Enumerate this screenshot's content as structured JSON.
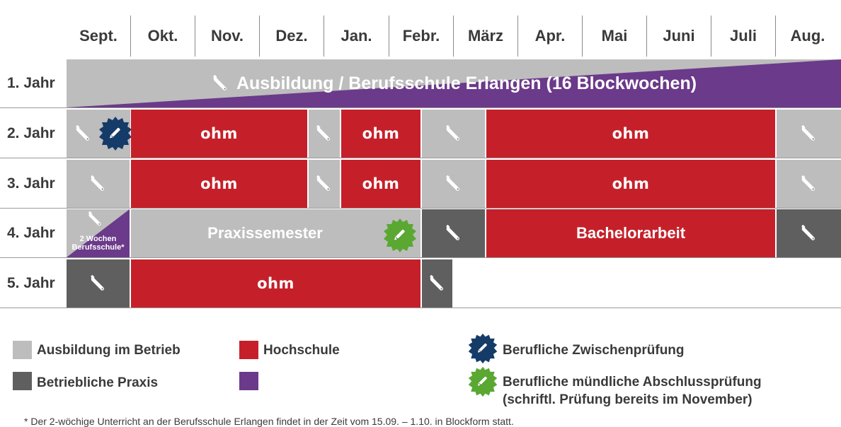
{
  "months": [
    "Sept.",
    "Okt.",
    "Nov.",
    "Dez.",
    "Jan.",
    "Febr.",
    "März",
    "Apr.",
    "Mai",
    "Juni",
    "Juli",
    "Aug."
  ],
  "years": [
    "1. Jahr",
    "2. Jahr",
    "3. Jahr",
    "4. Jahr",
    "5. Jahr"
  ],
  "row1_label": "Ausbildung / Berufsschule Erlangen (16 Blockwochen)",
  "ohm_label": "ohm",
  "praxis_label": "Praxissemester",
  "bachelor_label": "Bachelorarbeit",
  "two_weeks_line1": "2 Wochen",
  "two_weeks_line2": "Berufsschule*",
  "legend": {
    "training_company": "Ausbildung im Betrieb",
    "company_practice": "Betriebliche Praxis",
    "university": "Hochschule",
    "vocational_school": "",
    "interim_exam": "Berufliche Zwischenprüfung",
    "final_exam_line1": "Berufliche mündliche Abschlussprüfung",
    "final_exam_line2": "(schriftl. Prüfung bereits im November)"
  },
  "footnote": "* Der 2-wöchige Unterricht an der Berufsschule Erlangen findet in der Zeit vom 15.09. – 1.10. in Blockform statt.",
  "colors": {
    "light_gray": "#bdbdbd",
    "dark_gray": "#5f5f5f",
    "red": "#c5202a",
    "purple": "#6b3a8a",
    "navy": "#153b68",
    "green": "#5aa832"
  },
  "icons": [
    "wrench-icon",
    "pencil-badge-icon"
  ]
}
